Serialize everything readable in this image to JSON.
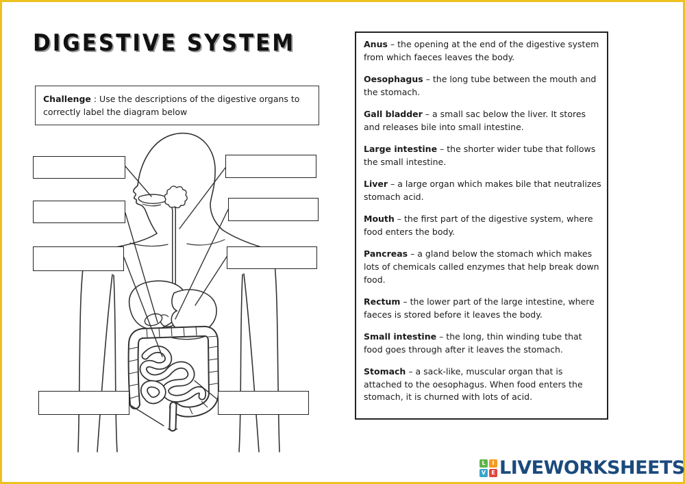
{
  "page": {
    "title": "DIGESTIVE SYSTEM"
  },
  "challenge": {
    "label": "Challenge",
    "text": " : Use the descriptions of the digestive organs to correctly label the diagram below"
  },
  "panel": {
    "items": [
      {
        "term": "Anus",
        "desc": " – the opening at the end of the digestive system from which faeces leaves the body."
      },
      {
        "term": "Oesophagus",
        "desc": " – the long tube between the mouth and the stomach."
      },
      {
        "term": "Gall bladder",
        "desc": " – a small sac below the liver. It stores and releases bile into small intestine."
      },
      {
        "term": "Large intestine",
        "desc": " – the shorter wider tube that follows the small intestine."
      },
      {
        "term": "Liver",
        "desc": " – a large organ which makes bile that neutralizes stomach acid."
      },
      {
        "term": "Mouth",
        "desc": " – the first part of the digestive system, where food enters the body."
      },
      {
        "term": "Pancreas",
        "desc": " – a gland below the stomach which makes lots of chemicals called enzymes that help break down food."
      },
      {
        "term": "Rectum",
        "desc": " – the lower part of the large intestine, where faeces is stored before it leaves the body."
      },
      {
        "term": "Small intestine",
        "desc": " – the long, thin winding tube that food goes through after it leaves the stomach."
      },
      {
        "term": "Stomach",
        "desc": " – a sack-like, muscular organ that is attached to the oesophagus. When food enters the stomach, it is churned with lots of acid."
      }
    ]
  },
  "diagram": {
    "answer_boxes": [
      "",
      "",
      "",
      "",
      "",
      "",
      "",
      ""
    ]
  },
  "footer": {
    "brand": "LIVEWORKSHEETS",
    "brand_color": "#1b4a7d",
    "logo_letters": [
      "L",
      "I",
      "V",
      "E"
    ],
    "logo_colors": {
      "L": "#61b44b",
      "I": "#f59c20",
      "V": "#3aa5c9",
      "E": "#e2453c"
    }
  },
  "colors": {
    "page_border": "#edc11f",
    "line_art": "#333333"
  }
}
